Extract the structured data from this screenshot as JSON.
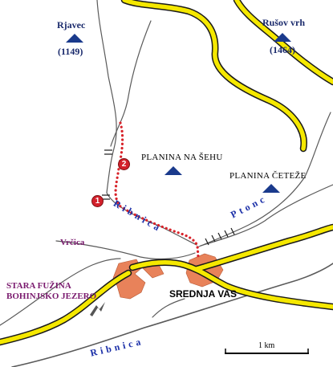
{
  "map": {
    "peaks": [
      {
        "name": "Rjavec",
        "elevation": "(1149)"
      },
      {
        "name": "Rušov vrh",
        "elevation": "(1464)"
      }
    ],
    "places": {
      "planina_na_sehu": "PLANINA NA ŠEHU",
      "planina_cetez": "PLANINA ČETEŽE",
      "village": "SREDNJA VAS",
      "vrcica": "Vrčica",
      "stara_fuzina": "STARA FUŽINA",
      "bohinjsko_jezero": "BOHINJSKO JEZERO"
    },
    "rivers": {
      "ribnica_upper": "Ribnica",
      "ribnica_lower": "Ribnica",
      "ptonc": "Ptonc"
    },
    "markers": [
      {
        "label": "1"
      },
      {
        "label": "2"
      }
    ],
    "scale_bar": {
      "label": "1 km"
    },
    "colors": {
      "road_fill": "#f5e800",
      "road_edge": "#1a1a1a",
      "river": "#555555",
      "route": "#d8232a",
      "settlement": "#e8825a",
      "peak": "#1a3a8c",
      "purple_label": "#7a1a6e",
      "river_label": "#1b2fa8"
    }
  }
}
